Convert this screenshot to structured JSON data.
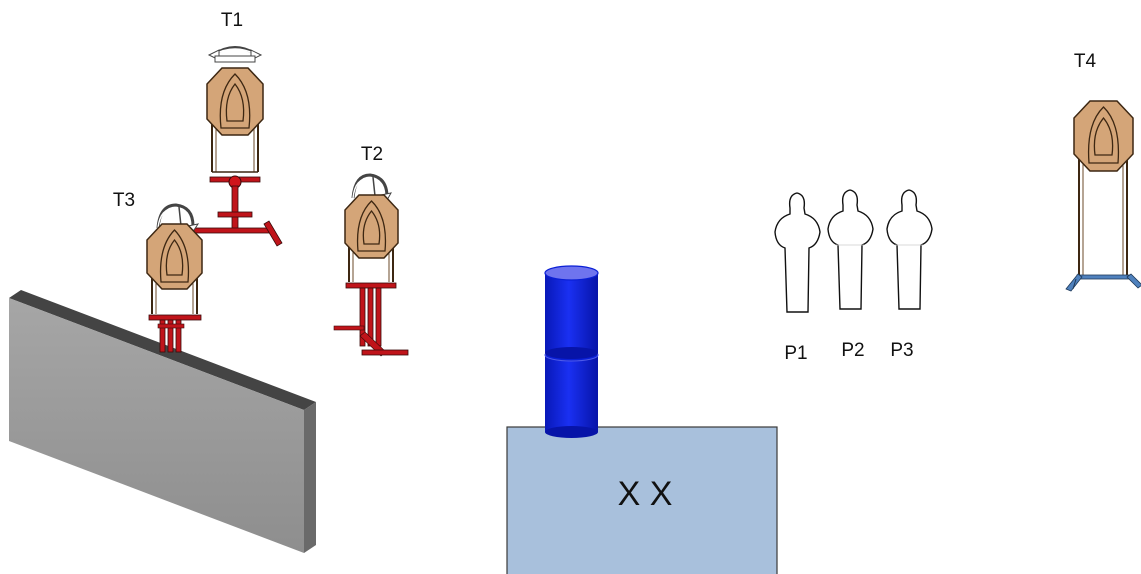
{
  "targets": {
    "t1": {
      "label": "T1"
    },
    "t2": {
      "label": "T2"
    },
    "t3": {
      "label": "T3"
    },
    "t4": {
      "label": "T4"
    }
  },
  "paper_targets": {
    "p1": {
      "label": "P1"
    },
    "p2": {
      "label": "P2"
    },
    "p3": {
      "label": "P3"
    }
  },
  "shooting_box": {
    "label": "X X"
  },
  "colors": {
    "steel_plate": "#d4a578",
    "plate_outline": "#3d2712",
    "red_frame": "#c0141a",
    "wall_front": "#9a9a9a",
    "wall_top": "#3e3e3e",
    "barrel": "#0a1fd6",
    "barrel_top": "#6f74ee",
    "box_fill": "#a8c0dc",
    "stand_blue": "#4f81bd"
  }
}
